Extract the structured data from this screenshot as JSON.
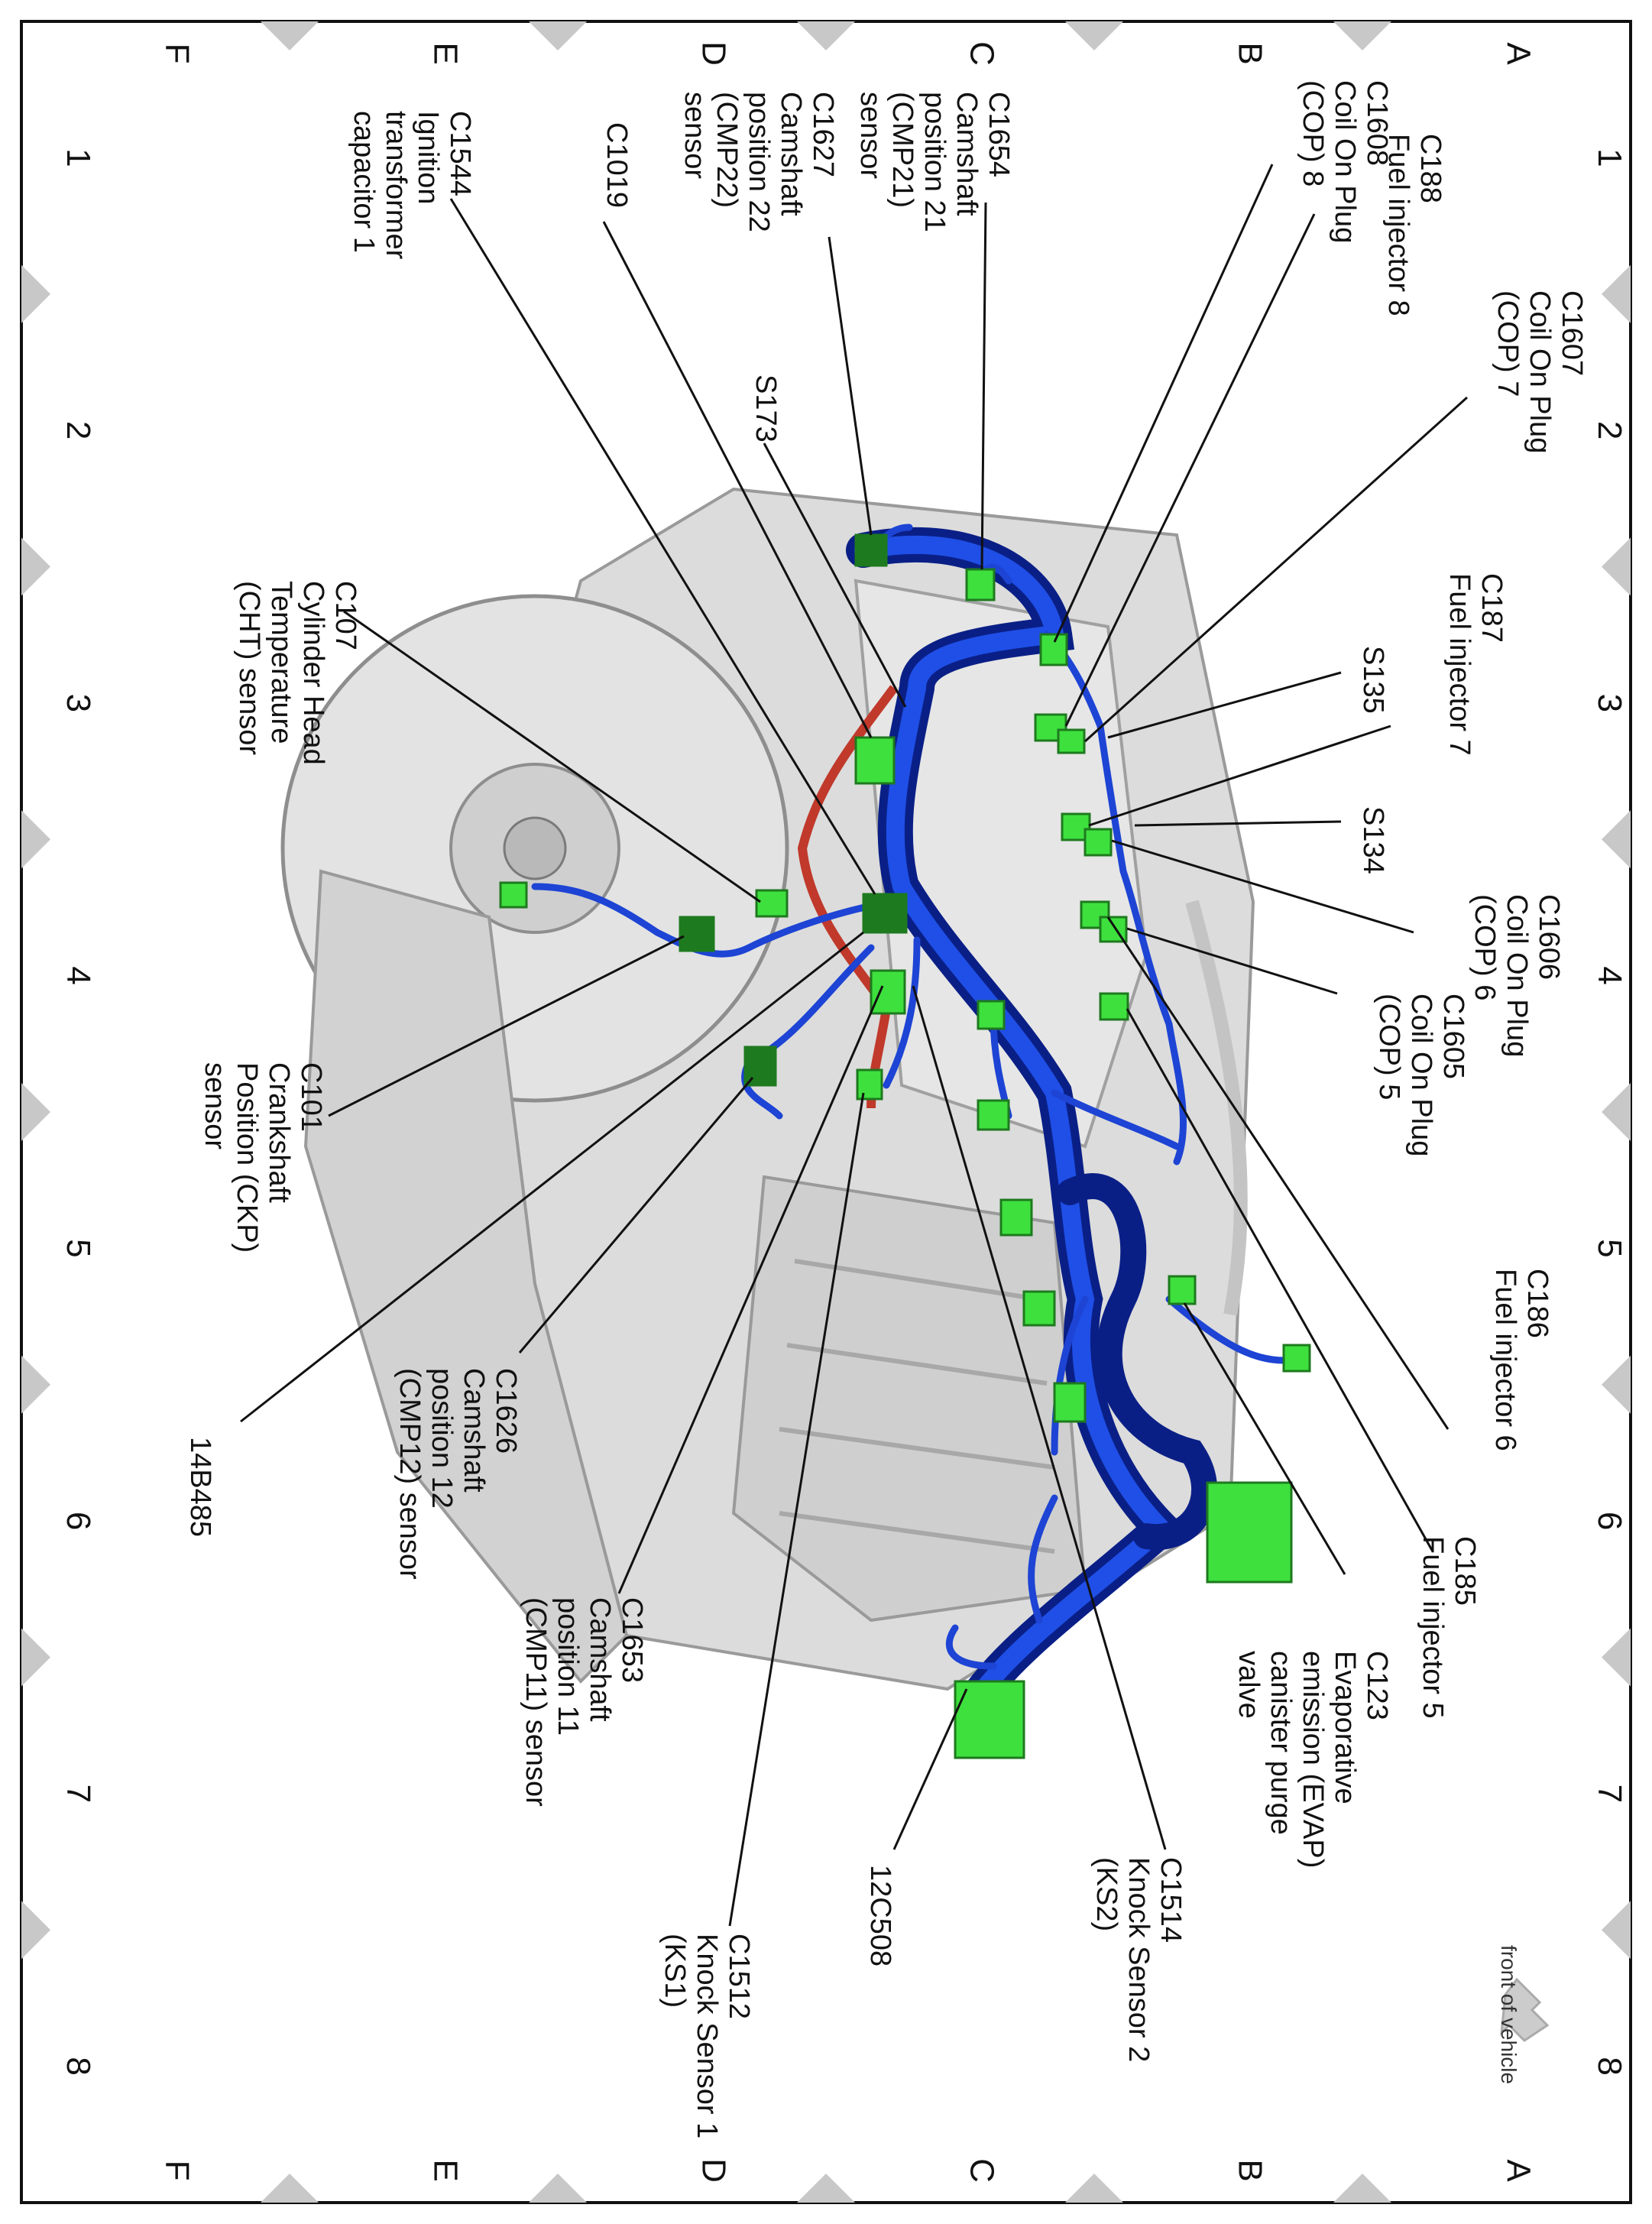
{
  "colors": {
    "border": "#111111",
    "tick": "#c8c8c8",
    "harness": "#1133c8",
    "harness_dark": "#0a1f86",
    "connector": "#3ee03e",
    "connector_dark": "#1e7a1e",
    "engine": "#d9d9d9",
    "engine_shade": "#b5b5b5",
    "red_wire": "#c0392b",
    "arrow": "#cccccc"
  },
  "grid": {
    "numbers": [
      "1",
      "2",
      "3",
      "4",
      "5",
      "6",
      "7",
      "8"
    ],
    "letters": [
      "A",
      "B",
      "C",
      "D",
      "E",
      "F"
    ]
  },
  "labels": [
    {
      "id": "c188",
      "lines": [
        "C188",
        "Fuel injector 8"
      ]
    },
    {
      "id": "c1607",
      "lines": [
        "C1607",
        "Coil On Plug",
        "(COP) 7"
      ]
    },
    {
      "id": "c187",
      "lines": [
        "C187",
        "Fuel injector 7"
      ]
    },
    {
      "id": "s135",
      "lines": [
        "S135"
      ]
    },
    {
      "id": "s134",
      "lines": [
        "S134"
      ]
    },
    {
      "id": "c1606",
      "lines": [
        "C1606",
        "Coil On Plug",
        "(COP) 6"
      ]
    },
    {
      "id": "c1605",
      "lines": [
        "C1605",
        "Coil On Plug",
        "(COP) 5"
      ]
    },
    {
      "id": "c186",
      "lines": [
        "C186",
        "Fuel injector 6"
      ]
    },
    {
      "id": "c185",
      "lines": [
        "C185",
        "Fuel injector 5"
      ]
    },
    {
      "id": "c123",
      "lines": [
        "C123",
        "Evaporative",
        "emission (EVAP)",
        "canister purge",
        "valve"
      ]
    },
    {
      "id": "c1514",
      "lines": [
        "C1514",
        "Knock Sensor 2",
        "(KS2)"
      ]
    },
    {
      "id": "c1608",
      "lines": [
        "C1608",
        "Coil On Plug",
        "(COP) 8"
      ]
    },
    {
      "id": "c1654",
      "lines": [
        "C1654",
        "Camshaft",
        "position 21",
        "(CMP21)",
        "sensor"
      ]
    },
    {
      "id": "c1627",
      "lines": [
        "C1627",
        "Camshaft",
        "position 22",
        "(CMP22)",
        "sensor"
      ]
    },
    {
      "id": "c1019",
      "lines": [
        "C1019"
      ]
    },
    {
      "id": "s173",
      "lines": [
        "S173"
      ]
    },
    {
      "id": "c1544",
      "lines": [
        "C1544",
        "Ignition",
        "transformer",
        "capacitor 1"
      ]
    },
    {
      "id": "c107",
      "lines": [
        "C107",
        "Cylinder Head",
        "Temperature",
        "(CHT) sensor"
      ]
    },
    {
      "id": "c101",
      "lines": [
        "C101",
        "Crankshaft",
        "Position (CKP)",
        "sensor"
      ]
    },
    {
      "id": "c1626",
      "lines": [
        "C1626",
        "Camshaft",
        "position 12",
        "(CMP12) sensor"
      ]
    },
    {
      "id": "c1653",
      "lines": [
        "C1653",
        "Camshaft",
        "position 11",
        "(CMP11) sensor"
      ]
    },
    {
      "id": "c1512",
      "lines": [
        "C1512",
        "Knock Sensor 1",
        "(KS1)"
      ]
    },
    {
      "id": "12c508",
      "lines": [
        "12C508"
      ]
    },
    {
      "id": "14b485",
      "lines": [
        "14B485"
      ]
    }
  ],
  "front_note": "front of vehicle"
}
